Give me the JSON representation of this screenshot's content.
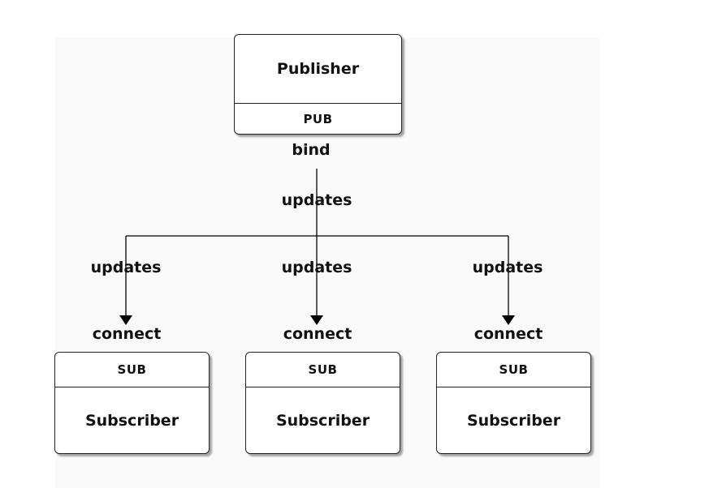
{
  "publisher": {
    "title": "Publisher",
    "socket": "PUB",
    "action": "bind"
  },
  "trunk_label": "updates",
  "subscribers": [
    {
      "title": "Subscriber",
      "socket": "SUB",
      "action": "connect",
      "edge_label": "updates"
    },
    {
      "title": "Subscriber",
      "socket": "SUB",
      "action": "connect",
      "edge_label": "updates"
    },
    {
      "title": "Subscriber",
      "socket": "SUB",
      "action": "connect",
      "edge_label": "updates"
    }
  ]
}
